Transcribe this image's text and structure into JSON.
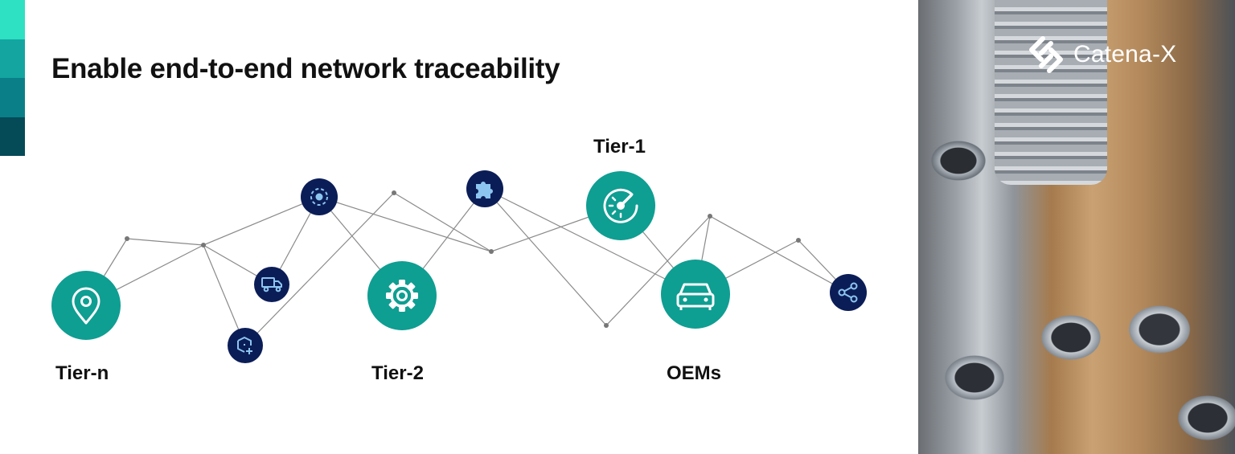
{
  "title": "Enable end-to-end network traceability",
  "brand": {
    "name": "Catena-X",
    "logo_icon": "catena-x-logo-icon"
  },
  "colors": {
    "teal": "#0f9e92",
    "navy": "#0b1d57",
    "icon_light": "#8cc5f0",
    "line": "#8a8a8a",
    "accent_bar": [
      "#2de1c2",
      "#14a5a1",
      "#0a7f88",
      "#054a57"
    ]
  },
  "tiers": [
    {
      "id": "tier-n",
      "label": "Tier-n",
      "icon": "location-pin-icon"
    },
    {
      "id": "tier-2",
      "label": "Tier-2",
      "icon": "gear-icon"
    },
    {
      "id": "tier-1",
      "label": "Tier-1",
      "icon": "gauge-icon"
    },
    {
      "id": "oems",
      "label": "OEMs",
      "icon": "car-icon"
    }
  ],
  "small_icons": [
    "target-icon",
    "puzzle-icon",
    "truck-icon",
    "box-add-icon",
    "share-icon"
  ]
}
